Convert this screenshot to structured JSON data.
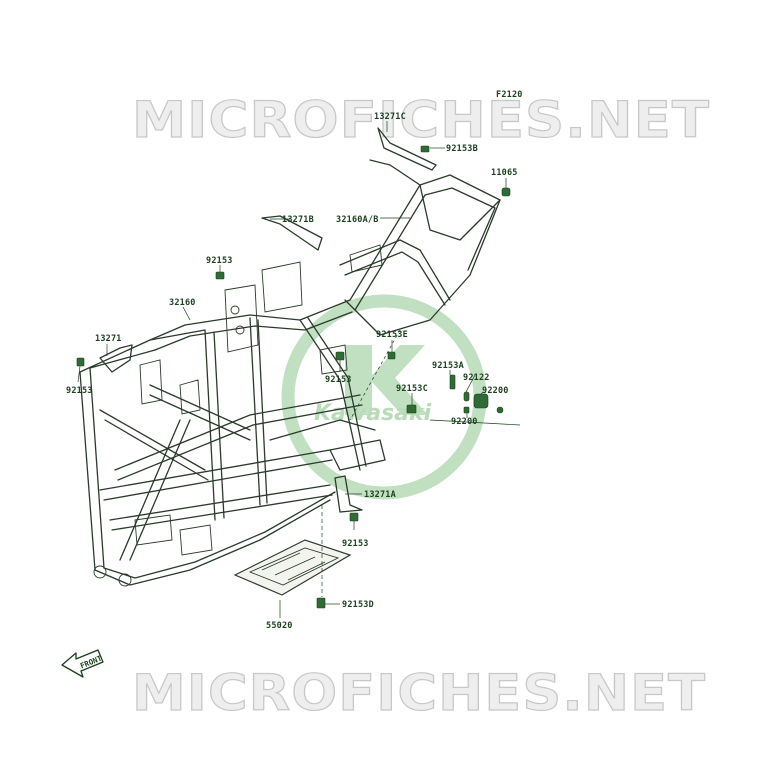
{
  "watermark": {
    "top": "MICROFICHES.NET",
    "bottom": "MICROFICHES.NET"
  },
  "figure_code": "F2120",
  "logo_text": "Kawasaki",
  "front_label": "FRONT",
  "part_labels": {
    "p13271C": "13271C",
    "p92153B": "92153B",
    "p11065": "11065",
    "p13271B": "13271B",
    "p32160AB": "32160A/B",
    "p92153_top": "92153",
    "p32160": "32160",
    "p13271": "13271",
    "p92153_left": "92153",
    "p92153E": "92153E",
    "p92153_mid": "92153",
    "p92153A": "92153A",
    "p92122": "92122",
    "p92153C": "92153C",
    "p92200_r": "92200",
    "p92200_l": "92200",
    "p13271A": "13271A",
    "p92153_low": "92153",
    "p92153D": "92153D",
    "p55020": "55020"
  },
  "colors": {
    "logo_green": "#8fc78f",
    "label_green": "#1c3f1f",
    "watermark_gray": "#c8c8c8"
  }
}
